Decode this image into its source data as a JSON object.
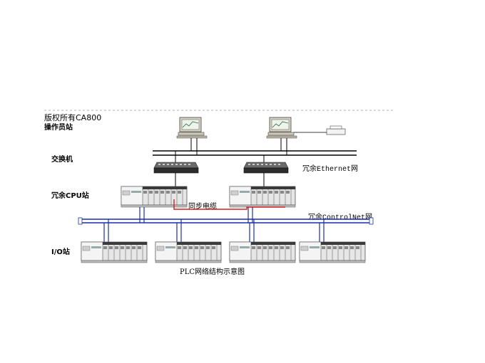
{
  "watermark": "版权所有CA800",
  "labels": {
    "operator_station": "操作员站",
    "switch": "交换机",
    "redundant_cpu": "冗余CPU站",
    "io_station": "I/O站",
    "redundant_ethernet": "冗余Ethernet网",
    "sync_cable": "同步电缆",
    "redundant_controlnet": "冗余ControlNet网",
    "caption": "PLC网络结构示意图"
  },
  "colors": {
    "ethernet_line": "#000000",
    "controlnet_line": "#1a2fa8",
    "sync_cable": "#d42020",
    "plc_body": "#e6e6e6",
    "plc_front": "#3a3a3a"
  },
  "icons": [
    "computer-icon",
    "printer-icon",
    "network-switch-icon",
    "plc-rack-icon"
  ]
}
